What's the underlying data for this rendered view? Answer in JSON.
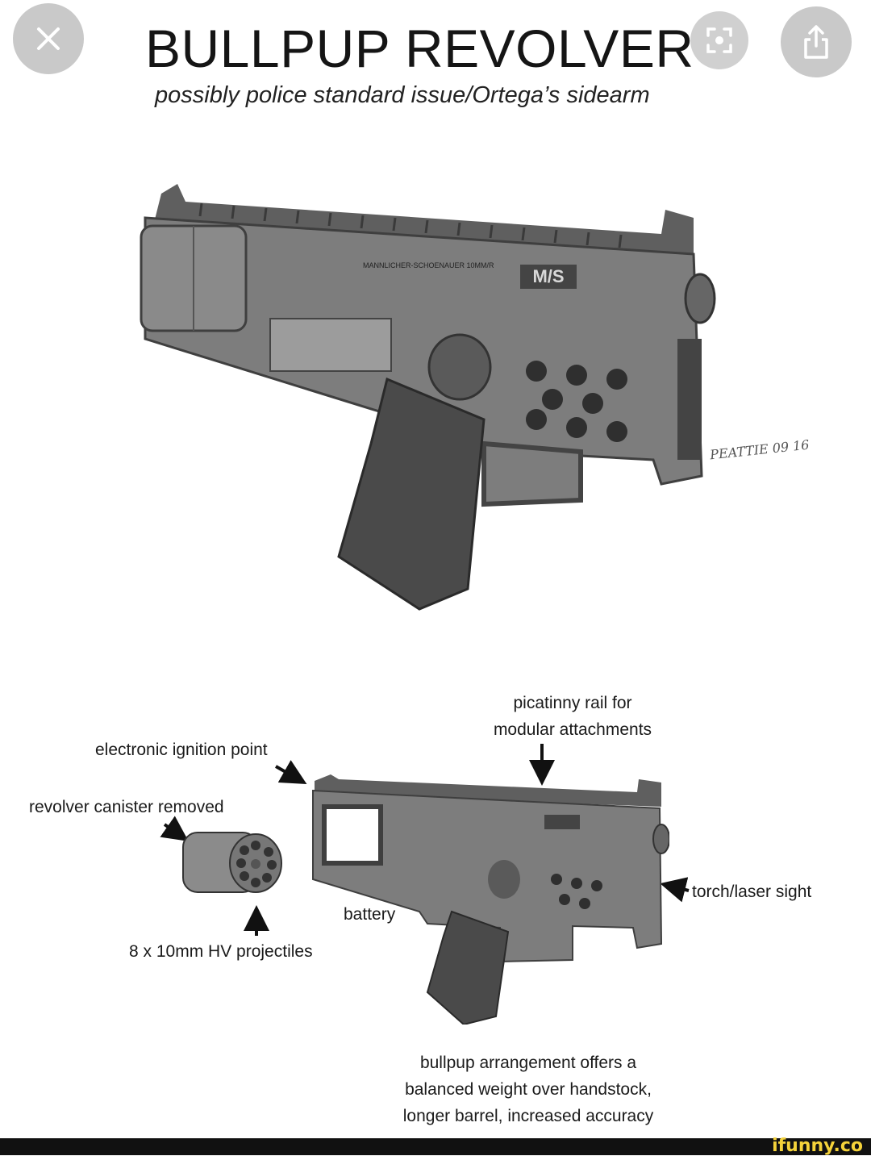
{
  "header": {
    "title": "BULLPUP REVOLVER",
    "subtitle": "possibly police standard issue/Ortega’s sidearm"
  },
  "controls": {
    "close_icon": "close-icon",
    "lens_icon": "lens-search-icon",
    "share_icon": "share-icon"
  },
  "weapon": {
    "maker_text": "MANNLICHER-SCHOENAUER 10MM/R",
    "logo": "M/S",
    "signature": "PEATTIE 09 16"
  },
  "labels": {
    "picatinny": [
      "picatinny rail for",
      "modular attachments"
    ],
    "ignition": "electronic ignition point",
    "canister": "revolver canister removed",
    "battery": "battery",
    "projectiles": "8 x 10mm HV projectiles",
    "torch": "torch/laser sight",
    "bullpup": [
      "bullpup arrangement offers a",
      "balanced weight over handstock,",
      "longer barrel, increased accuracy"
    ]
  },
  "footer": {
    "watermark": "ifunny.co"
  },
  "colors": {
    "background": "#ffffff",
    "gun_body": "#7d7d7d",
    "gun_dark": "#3f3f3f",
    "button_grey": "#c9c9c9",
    "watermark": "#f4d23a"
  }
}
